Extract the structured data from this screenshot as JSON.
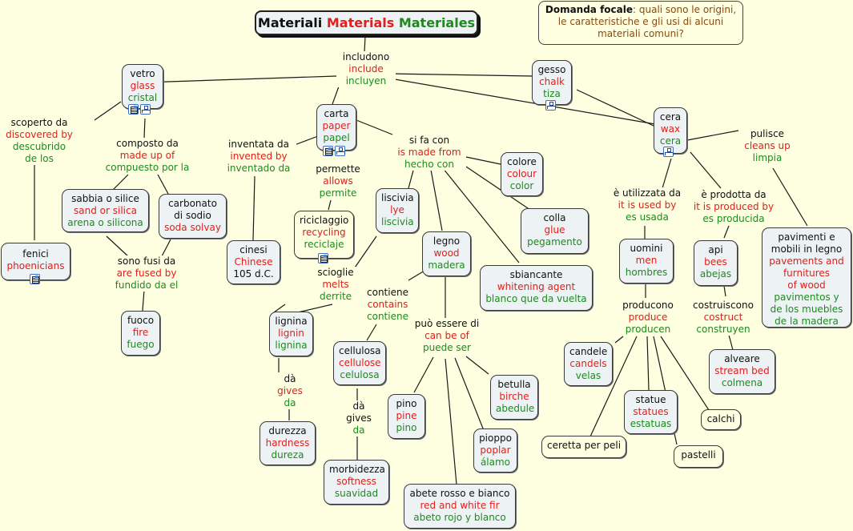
{
  "title": {
    "it": "Materiali",
    "en": "Materials",
    "es": "Materiales"
  },
  "focal_question": {
    "label": "Domanda focale",
    "text": "quali sono le origini, le caratteristiche e gli usi di alcuni materiali comuni?"
  },
  "concepts": {
    "vetro": {
      "it": "vetro",
      "en": "glass",
      "es": "cristal"
    },
    "gesso": {
      "it": "gesso",
      "en": "chalk",
      "es": "tiza"
    },
    "carta": {
      "it": "carta",
      "en": "paper",
      "es": "papel"
    },
    "cera": {
      "it": "cera",
      "en": "wax",
      "es": "cera"
    },
    "sabbia": {
      "it": "sabbia o silice",
      "en": "sand or silica",
      "es": "arena o silicona"
    },
    "carbonato": {
      "it1": "carbonato",
      "it2": "di sodio",
      "en": "soda solvay"
    },
    "fenici": {
      "it": "fenici",
      "en": "phoenicians"
    },
    "fuoco": {
      "it": "fuoco",
      "en": "fire",
      "es": "fuego"
    },
    "cinesi": {
      "it": "cinesi",
      "en": "Chinese",
      "it2": "105 d.C."
    },
    "riciclaggio": {
      "it": "riciclaggio",
      "en": "recycling",
      "es": "reciclaje"
    },
    "liscivia": {
      "it": "liscivia",
      "en": "lye",
      "es": "liscivia"
    },
    "legno": {
      "it": "legno",
      "en": "wood",
      "es": "madera"
    },
    "colore": {
      "it": "colore",
      "en": "colour",
      "es": "color"
    },
    "colla": {
      "it": "colla",
      "en": "glue",
      "es": "pegamento"
    },
    "sbiancante": {
      "it": "sbiancante",
      "en": "whitening agent",
      "es": "blanco que da vuelta"
    },
    "lignina": {
      "it": "lignina",
      "en": "lignin",
      "es": "lignina"
    },
    "cellulosa": {
      "it": "cellulosa",
      "en": "cellulose",
      "es": "celulosa"
    },
    "durezza": {
      "it": "durezza",
      "en": "hardness",
      "es": "dureza"
    },
    "morbidezza": {
      "it": "morbidezza",
      "en": "softness",
      "es": "suavidad"
    },
    "pino": {
      "it": "pino",
      "en": "pine",
      "es": "pino"
    },
    "betulla": {
      "it": "betulla",
      "en": "birche",
      "es": "abedule"
    },
    "pioppo": {
      "it": "pioppo",
      "en": "poplar",
      "es": "álamo"
    },
    "abete": {
      "it": "abete rosso e bianco",
      "en": "red and white fir",
      "es": "abeto rojo y blanco"
    },
    "uomini": {
      "it": "uomini",
      "en": "men",
      "es": "hombres"
    },
    "api": {
      "it": "api",
      "en": "bees",
      "es": "abejas"
    },
    "pavimenti": {
      "it1": "pavimenti e",
      "it2": "mobili in legno",
      "en1": "pavements and",
      "en2": "furnitures",
      "en3": "of wood",
      "es1": "pavimentos y",
      "es2": "de los muebles",
      "es3": "de la madera"
    },
    "candele": {
      "it": "candele",
      "en": "candels",
      "es": "velas"
    },
    "statue": {
      "it": "statue",
      "en": "statues",
      "es": "estatuas"
    },
    "alveare": {
      "it": "alveare",
      "en": "stream bed",
      "es": "colmena"
    },
    "ceretta": {
      "it": "ceretta per peli"
    },
    "pastelli": {
      "it": "pastelli"
    },
    "calchi": {
      "it": "calchi"
    }
  },
  "links": {
    "includono": {
      "it": "includono",
      "en": "include",
      "es": "incluyen"
    },
    "scoperto": {
      "it": "scoperto da",
      "en": "discovered by",
      "es1": "descubrido",
      "es2": "de los"
    },
    "composto": {
      "it": "composto da",
      "en": "made up of",
      "es": "compuesto por la"
    },
    "fusi": {
      "it": "sono fusi da",
      "en": "are fused by",
      "es": "fundido da el"
    },
    "inventata": {
      "it": "inventata da",
      "en": "invented by",
      "es": "inventado da"
    },
    "permette": {
      "it": "permette",
      "en": "allows",
      "es": "permite"
    },
    "sifacon": {
      "it": "si fa con",
      "en": "is made from",
      "es": "hecho con"
    },
    "scioglie": {
      "it": "scioglie",
      "en": "melts",
      "es": "derrite"
    },
    "contiene": {
      "it": "contiene",
      "en": "contains",
      "es": "contiene"
    },
    "puo": {
      "it": "può essere di",
      "en": "can be of",
      "es": "puede ser"
    },
    "da1": {
      "it": "dà",
      "en": "gives",
      "es": "da"
    },
    "da2": {
      "it": "dà",
      "en": "gives",
      "es": "da"
    },
    "utilizzata": {
      "it": "è utilizzata da",
      "en": "it is used by",
      "es": "es usada"
    },
    "prodotta": {
      "it": "è prodotta da",
      "en": "it is produced by",
      "es": "es producida"
    },
    "pulisce": {
      "it": "pulisce",
      "en": "cleans up",
      "es": "limpia"
    },
    "producono": {
      "it": "producono",
      "en": "produce",
      "es": "producen"
    },
    "costruiscono": {
      "it": "costruiscono",
      "en": "costruct",
      "es": "construyen"
    }
  },
  "connections": [
    [
      456,
      45,
      455,
      65
    ],
    [
      420,
      95,
      180,
      103
    ],
    [
      487,
      92,
      665,
      95
    ],
    [
      487,
      98,
      818,
      155
    ],
    [
      423,
      108,
      415,
      130
    ],
    [
      151,
      127,
      118,
      150
    ],
    [
      181,
      148,
      180,
      172
    ],
    [
      160,
      218,
      140,
      238
    ],
    [
      197,
      218,
      210,
      242
    ],
    [
      43,
      200,
      43,
      300
    ],
    [
      133,
      295,
      160,
      320
    ],
    [
      214,
      297,
      202,
      320
    ],
    [
      180,
      362,
      178,
      388
    ],
    [
      365,
      182,
      397,
      170
    ],
    [
      440,
      148,
      490,
      168
    ],
    [
      318,
      220,
      316,
      300
    ],
    [
      409,
      205,
      410,
      208
    ],
    [
      413,
      250,
      410,
      262
    ],
    [
      430,
      353,
      470,
      295
    ],
    [
      356,
      380,
      342,
      390
    ],
    [
      520,
      198,
      510,
      235
    ],
    [
      538,
      212,
      552,
      288
    ],
    [
      553,
      210,
      648,
      328
    ],
    [
      570,
      200,
      662,
      262
    ],
    [
      582,
      196,
      625,
      205
    ],
    [
      535,
      335,
      510,
      350
    ],
    [
      415,
      380,
      372,
      390
    ],
    [
      470,
      405,
      458,
      425
    ],
    [
      556,
      345,
      556,
      398
    ],
    [
      348,
      447,
      348,
      465
    ],
    [
      361,
      505,
      361,
      525
    ],
    [
      446,
      485,
      446,
      505
    ],
    [
      446,
      545,
      446,
      575
    ],
    [
      541,
      446,
      517,
      490
    ],
    [
      556,
      448,
      570,
      605
    ],
    [
      568,
      447,
      605,
      540
    ],
    [
      582,
      445,
      610,
      467
    ],
    [
      720,
      112,
      818,
      158
    ],
    [
      838,
      198,
      827,
      235
    ],
    [
      862,
      190,
      900,
      235
    ],
    [
      922,
      163,
      858,
      175
    ],
    [
      965,
      210,
      1008,
      282
    ],
    [
      805,
      282,
      805,
      298
    ],
    [
      910,
      282,
      904,
      297
    ],
    [
      806,
      355,
      806,
      372
    ],
    [
      904,
      357,
      906,
      370
    ],
    [
      778,
      420,
      768,
      428
    ],
    [
      795,
      420,
      737,
      545
    ],
    [
      808,
      420,
      810,
      487
    ],
    [
      816,
      420,
      845,
      555
    ],
    [
      825,
      420,
      885,
      512
    ],
    [
      910,
      418,
      915,
      437
    ]
  ]
}
